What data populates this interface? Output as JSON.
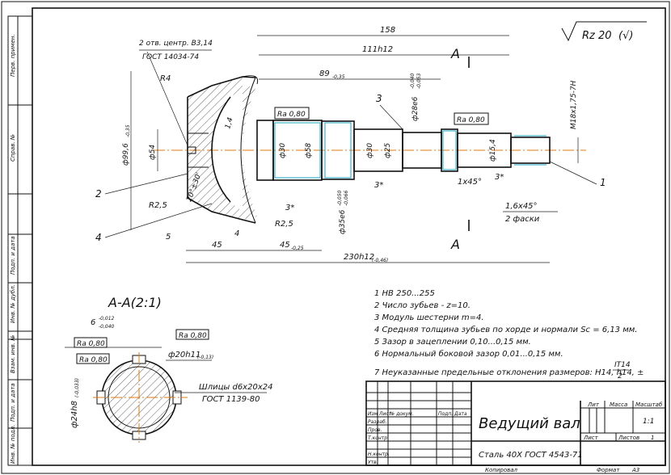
{
  "roughness": {
    "label": "Rz 20",
    "check": "(√)"
  },
  "left_strip": [
    "Перв. примен.",
    "Справ. №",
    "Подп. и дата",
    "Инв. № дубл.",
    "Взам. инв. №",
    "Подп. и дата",
    "Инв. № подл."
  ],
  "dims": {
    "d158": "158",
    "d111": "111h12",
    "d89": "89",
    "d89_tol": "-0,35",
    "d230": "230h12",
    "d230_tol": "(-0,46)",
    "d45": "45",
    "d45b": "45",
    "d45b_tol": "-0,25",
    "d5": "5",
    "d4": "4",
    "phi996": "ф99,6",
    "phi996_tol": "-0,35",
    "phi54": "ф54",
    "phi30a": "ф30",
    "phi58": "ф58",
    "phi30b": "ф30",
    "phi25": "ф25",
    "phi28": "ф28е6",
    "phi28_tol_up": "-0,040",
    "phi28_tol_lo": "-0,053",
    "phi35": "ф35е6",
    "phi35_tol_up": "-0,050",
    "phi35_tol_lo": "-0,066",
    "phi154": "ф15,4",
    "m18": "М18х1,75-7Н",
    "r4": "R4",
    "r25a": "R2,5",
    "r25b": "R2,5",
    "ang1": "20°±30'",
    "ang2": "1,4",
    "ch3a": "3*",
    "ch3b": "3*",
    "ch3c": "3*",
    "ch1x45": "1х45°",
    "ch16": "1,6х45°",
    "ch16b": "2 фаски",
    "ra1": "Ra 0,80",
    "ra2": "Ra 0,80",
    "centers1": "2 отв. центр. В3,14",
    "centers2": "ГОСТ 14034-74",
    "callout1": "1",
    "callout2": "2",
    "callout3": "3",
    "callout4": "4",
    "sectA1": "А",
    "sectA2": "А"
  },
  "section": {
    "title": "А-А(2:1)",
    "d6": "6",
    "d6_up": "-0,012",
    "d6_lo": "-0,040",
    "ra_a": "Ra 0,80",
    "ra_b": "Ra 0,80",
    "ra_c": "Ra 0,80",
    "phi20": "ф20h11",
    "phi20_tol": "(-0,13)",
    "phi24": "ф24h8",
    "phi24_tol": "(-0,033)",
    "spline1": "Шлицы d6х20х24",
    "spline2": "ГОСТ 1139-80"
  },
  "notes": [
    "1 HB 250...255",
    "2  Число зубьев - z=10.",
    "3  Модуль шестерни m=4.",
    "4  Средняя толщина зубьев по хорде и нормали Sc = 6,13 мм.",
    "5  Зазор в зацеплении 0,10...0,15 мм.",
    "6  Нормальный боковой зазор 0,01...0,15 мм."
  ],
  "note7": "7  Неуказанные предельные отклонения размеров: H14, h14, ±",
  "note7_frac_top": "IT14",
  "note7_frac_bot": "2",
  "title_block": {
    "part_name": "Ведущий вал",
    "material": "Сталь 40Х ГОСТ 4543-71",
    "col_lit": "Лит",
    "col_mass": "Масса",
    "col_scale": "Масштаб",
    "scale_value": "1:1",
    "sheet_label": "Лист",
    "sheets_label": "Листов",
    "sheets_value": "1",
    "row_labels": [
      "Изм",
      "Лист",
      "№ докум.",
      "Подп.",
      "Дата"
    ],
    "roles": [
      "Разраб.",
      "Пров.",
      "Т.контр.",
      "",
      "Н.контр.",
      "Утв."
    ],
    "footer_left": "Копировал",
    "footer_right": "Формат",
    "format_value": "А3"
  }
}
